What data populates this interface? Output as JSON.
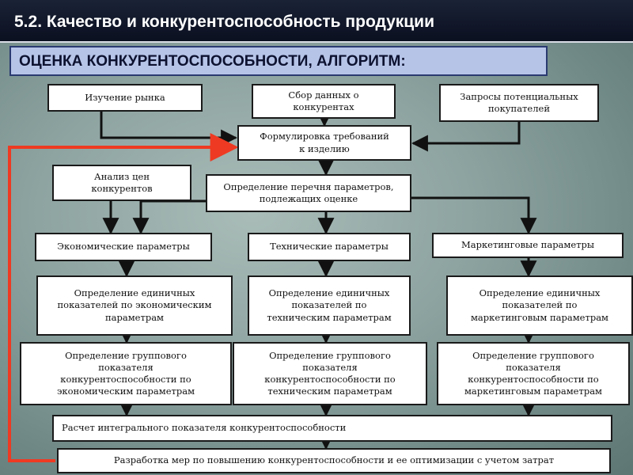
{
  "header": {
    "title": "5.2. Качество и конкурентоспособность продукции",
    "subtitle": "ОЦЕНКА КОНКУРЕНТОСПОСОБНОСТИ,  АЛГОРИТМ:"
  },
  "diagram": {
    "market_study": "Изучение рынка",
    "competitor_data": "Сбор данных о\nконкурентах",
    "buyer_requests": "Запросы потенциальных\nпокупателей",
    "requirements": "Формулировка требований\nк изделию",
    "price_analysis": "Анализ цен\nконкурентов",
    "parameter_list": "Определение перечня параметров,\nподлежащих оценке",
    "economic_params": "Экономические параметры",
    "technical_params": "Технические параметры",
    "marketing_params": "Маркетинговые параметры",
    "economic_single": "Определение единичных\nпоказателей по экономическим\nпараметрам",
    "technical_single": "Определение единичных\nпоказателей по\nтехническим параметрам",
    "marketing_single": "Определение единичных\nпоказателей по\nмаркетинговым параметрам",
    "economic_group": "Определение группового\nпоказателя\nконкурентоспособности по\nэкономическим параметрам",
    "technical_group": "Определение группового\nпоказателя\nконкурентоспособности по\nтехническим параметрам",
    "marketing_group": "Определение группового\nпоказателя\nконкурентоспособности по\nмаркетинговым параметрам",
    "integral_calc": "Расчет интегрального показателя       конкурентоспособности",
    "improvement": "Разработка мер по повышению конкурентоспособности и ее оптимизации с учетом затрат"
  }
}
